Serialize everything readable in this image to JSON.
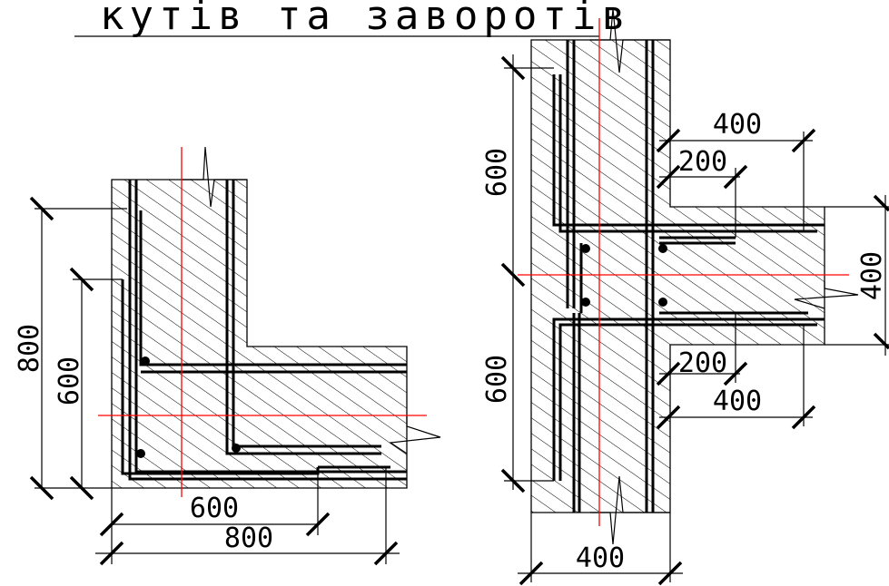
{
  "title": "кутів та заворотів",
  "colors": {
    "axis": "#ff0000",
    "line": "#000000",
    "background": "#ffffff"
  },
  "corner_detail": {
    "dim_vertical_outer": "800",
    "dim_vertical_inner": "600",
    "dim_horizontal_inner": "600",
    "dim_horizontal_outer": "800"
  },
  "tee_detail": {
    "dim_left_top": "600",
    "dim_left_bottom": "600",
    "dim_top_outer": "400",
    "dim_top_inner": "200",
    "dim_bottom_inner": "200",
    "dim_bottom_outer": "400",
    "dim_right": "400",
    "dim_bottom": "400"
  }
}
